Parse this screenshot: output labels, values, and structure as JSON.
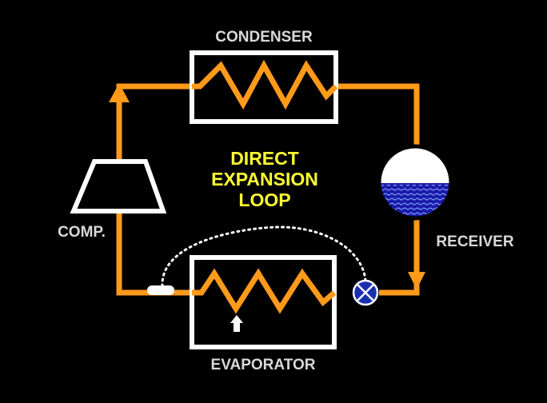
{
  "diagram": {
    "title_lines": [
      "DIRECT",
      "EXPANSION",
      "LOOP"
    ],
    "labels": {
      "condenser": "CONDENSER",
      "evaporator": "EVAPORATOR",
      "compressor": "COMP.",
      "receiver": "RECEIVER"
    },
    "colors": {
      "background": "#000000",
      "pipe": "#ff9a1a",
      "box_outline": "#ffffff",
      "title": "#ffff33",
      "label": "#d9d9d9",
      "liquid": "#1a1aaa",
      "valve": "#1a2fb0"
    },
    "components": [
      {
        "name": "condenser",
        "icon": "zigzag-coil"
      },
      {
        "name": "evaporator",
        "icon": "zigzag-coil"
      },
      {
        "name": "compressor",
        "icon": "trapezoid"
      },
      {
        "name": "receiver",
        "icon": "tank-with-liquid"
      },
      {
        "name": "expansion-valve",
        "icon": "valve-x"
      },
      {
        "name": "sensing-bulb",
        "icon": "capsule"
      }
    ]
  }
}
